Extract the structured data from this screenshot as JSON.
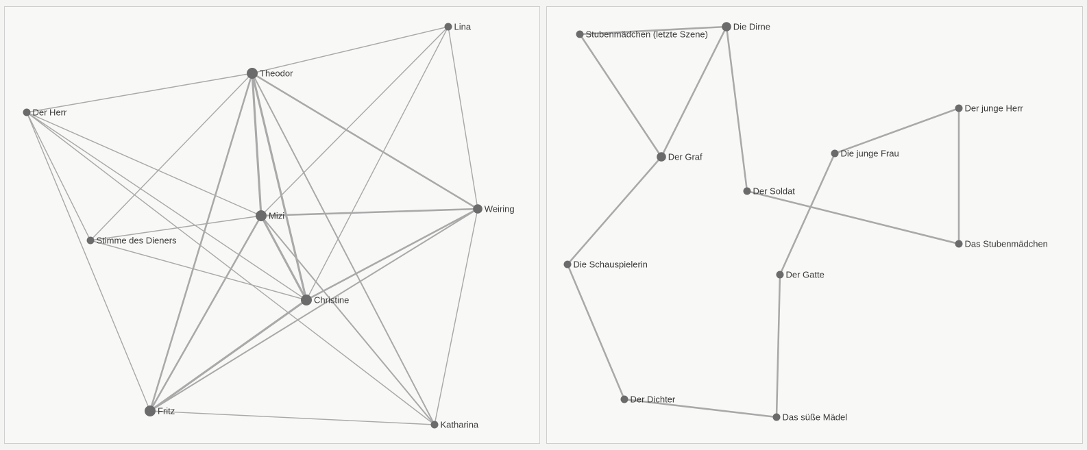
{
  "networks": [
    {
      "nodes": [
        {
          "id": "theodor",
          "label": "Theodor",
          "size": "large"
        },
        {
          "id": "lina",
          "label": "Lina",
          "size": "small"
        },
        {
          "id": "der-herr",
          "label": "Der Herr",
          "size": "small"
        },
        {
          "id": "mizi",
          "label": "Mizi",
          "size": "large"
        },
        {
          "id": "weiring",
          "label": "Weiring",
          "size": "medium"
        },
        {
          "id": "stimme",
          "label": "Stimme des Dieners",
          "size": "small"
        },
        {
          "id": "christine",
          "label": "Christine",
          "size": "large"
        },
        {
          "id": "fritz",
          "label": "Fritz",
          "size": "large"
        },
        {
          "id": "katharina",
          "label": "Katharina",
          "size": "small"
        }
      ],
      "edges": [
        {
          "source": "theodor",
          "target": "lina",
          "weight": 1
        },
        {
          "source": "theodor",
          "target": "der-herr",
          "weight": 1
        },
        {
          "source": "theodor",
          "target": "mizi",
          "weight": 4
        },
        {
          "source": "theodor",
          "target": "christine",
          "weight": 4
        },
        {
          "source": "theodor",
          "target": "weiring",
          "weight": 3
        },
        {
          "source": "theodor",
          "target": "fritz",
          "weight": 3
        },
        {
          "source": "theodor",
          "target": "stimme",
          "weight": 1
        },
        {
          "source": "theodor",
          "target": "katharina",
          "weight": 2
        },
        {
          "source": "mizi",
          "target": "christine",
          "weight": 4
        },
        {
          "source": "mizi",
          "target": "weiring",
          "weight": 3
        },
        {
          "source": "mizi",
          "target": "fritz",
          "weight": 3
        },
        {
          "source": "mizi",
          "target": "stimme",
          "weight": 1
        },
        {
          "source": "mizi",
          "target": "katharina",
          "weight": 2
        },
        {
          "source": "mizi",
          "target": "der-herr",
          "weight": 1
        },
        {
          "source": "mizi",
          "target": "lina",
          "weight": 1
        },
        {
          "source": "christine",
          "target": "weiring",
          "weight": 3
        },
        {
          "source": "christine",
          "target": "fritz",
          "weight": 4
        },
        {
          "source": "christine",
          "target": "lina",
          "weight": 1
        },
        {
          "source": "christine",
          "target": "stimme",
          "weight": 1
        },
        {
          "source": "christine",
          "target": "der-herr",
          "weight": 1
        },
        {
          "source": "weiring",
          "target": "fritz",
          "weight": 2
        },
        {
          "source": "weiring",
          "target": "lina",
          "weight": 1
        },
        {
          "source": "weiring",
          "target": "katharina",
          "weight": 1
        },
        {
          "source": "fritz",
          "target": "der-herr",
          "weight": 1
        },
        {
          "source": "fritz",
          "target": "katharina",
          "weight": 1
        },
        {
          "source": "stimme",
          "target": "der-herr",
          "weight": 1
        },
        {
          "source": "der-herr",
          "target": "katharina",
          "weight": 1
        }
      ]
    },
    {
      "nodes": [
        {
          "id": "stubenmaedchen-letzte",
          "label": "Stubenmädchen (letzte Szene)",
          "size": "small"
        },
        {
          "id": "die-dirne",
          "label": "Die Dirne",
          "size": "medium"
        },
        {
          "id": "der-graf",
          "label": "Der Graf",
          "size": "medium"
        },
        {
          "id": "der-soldat",
          "label": "Der Soldat",
          "size": "small"
        },
        {
          "id": "der-junge-herr",
          "label": "Der junge Herr",
          "size": "small"
        },
        {
          "id": "die-junge-frau",
          "label": "Die junge Frau",
          "size": "small"
        },
        {
          "id": "das-stubenmaedchen",
          "label": "Das Stubenmädchen",
          "size": "small"
        },
        {
          "id": "die-schauspielerin",
          "label": "Die Schauspielerin",
          "size": "small"
        },
        {
          "id": "der-gatte",
          "label": "Der Gatte",
          "size": "small"
        },
        {
          "id": "der-dichter",
          "label": "Der Dichter",
          "size": "small"
        },
        {
          "id": "das-suesse-maedel",
          "label": "Das süße Mädel",
          "size": "small"
        }
      ],
      "edges": [
        {
          "source": "stubenmaedchen-letzte",
          "target": "die-dirne",
          "weight": 3
        },
        {
          "source": "stubenmaedchen-letzte",
          "target": "der-graf",
          "weight": 3
        },
        {
          "source": "die-dirne",
          "target": "der-graf",
          "weight": 3
        },
        {
          "source": "die-dirne",
          "target": "der-soldat",
          "weight": 3
        },
        {
          "source": "der-soldat",
          "target": "das-stubenmaedchen",
          "weight": 3
        },
        {
          "source": "das-stubenmaedchen",
          "target": "der-junge-herr",
          "weight": 3
        },
        {
          "source": "der-junge-herr",
          "target": "die-junge-frau",
          "weight": 3
        },
        {
          "source": "die-junge-frau",
          "target": "der-gatte",
          "weight": 3
        },
        {
          "source": "der-gatte",
          "target": "das-suesse-maedel",
          "weight": 3
        },
        {
          "source": "das-suesse-maedel",
          "target": "der-dichter",
          "weight": 3
        },
        {
          "source": "der-dichter",
          "target": "die-schauspielerin",
          "weight": 3
        },
        {
          "source": "die-schauspielerin",
          "target": "der-graf",
          "weight": 3
        }
      ]
    }
  ]
}
